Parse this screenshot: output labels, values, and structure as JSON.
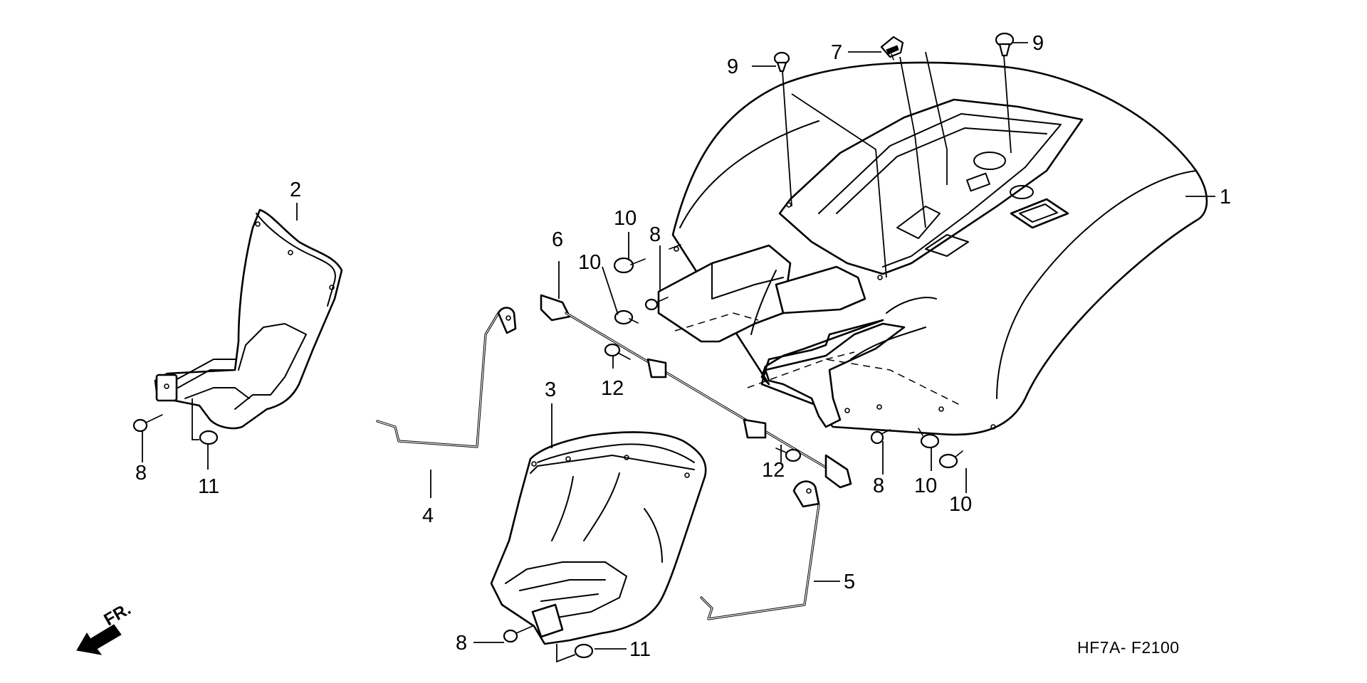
{
  "diagram": {
    "code": "HF7A- F2100",
    "direction_label": "FR.",
    "callouts": [
      "1",
      "2",
      "3",
      "4",
      "5",
      "6",
      "7",
      "8",
      "8",
      "8",
      "8",
      "9",
      "9",
      "10",
      "10",
      "10",
      "10",
      "11",
      "11",
      "12",
      "12"
    ]
  }
}
